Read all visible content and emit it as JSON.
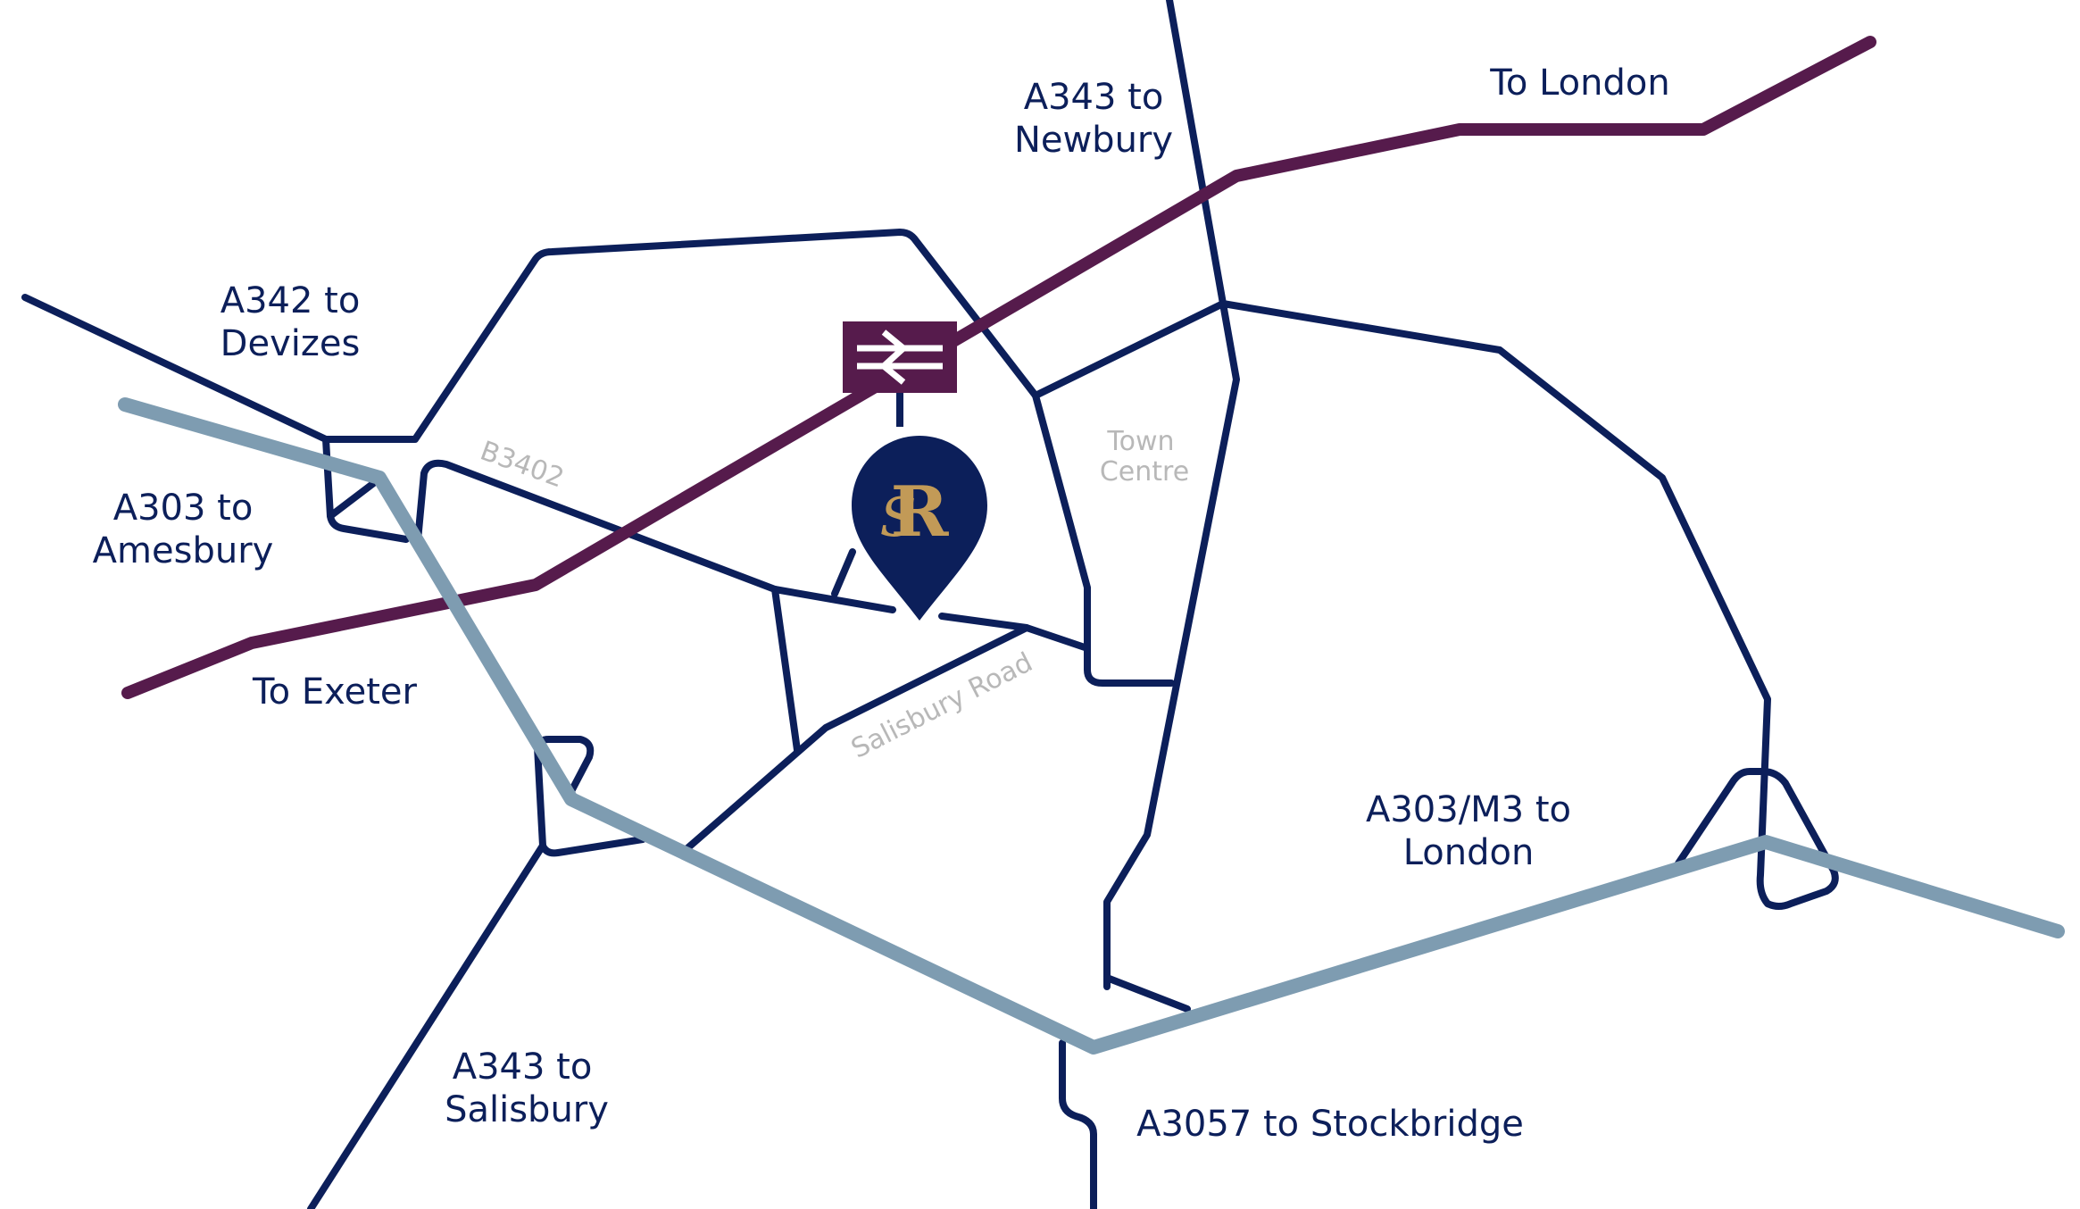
{
  "colors": {
    "road": "#0c1f5a",
    "rail": "#561b4c",
    "motorway": "#7e9cb1",
    "minor_label": "#b8b8b8",
    "logo_gold": "#c29a57",
    "pin": "#0c1f5a"
  },
  "labels": {
    "a343_newbury": {
      "line1": "A343 to",
      "line2": "Newbury"
    },
    "to_london": "To London",
    "a342_devizes": {
      "line1": "A342 to",
      "line2": "Devizes"
    },
    "a303_amesbury": {
      "line1": "A303 to",
      "line2": "Amesbury"
    },
    "to_exeter": "To Exeter",
    "a303_m3_london": {
      "line1": "A303/M3 to",
      "line2": "London"
    },
    "a343_salisbury": {
      "line1": "A343 to",
      "line2": "Salisbury"
    },
    "a3057_stockbridge": "A3057 to Stockbridge",
    "town_centre": {
      "line1": "Town",
      "line2": "Centre"
    },
    "b3402": "B3402",
    "salisbury_road": "Salisbury Road"
  },
  "icons": {
    "station": "national-rail-icon",
    "location": "map-pin-icon",
    "logo": "monogram-sr-logo"
  }
}
